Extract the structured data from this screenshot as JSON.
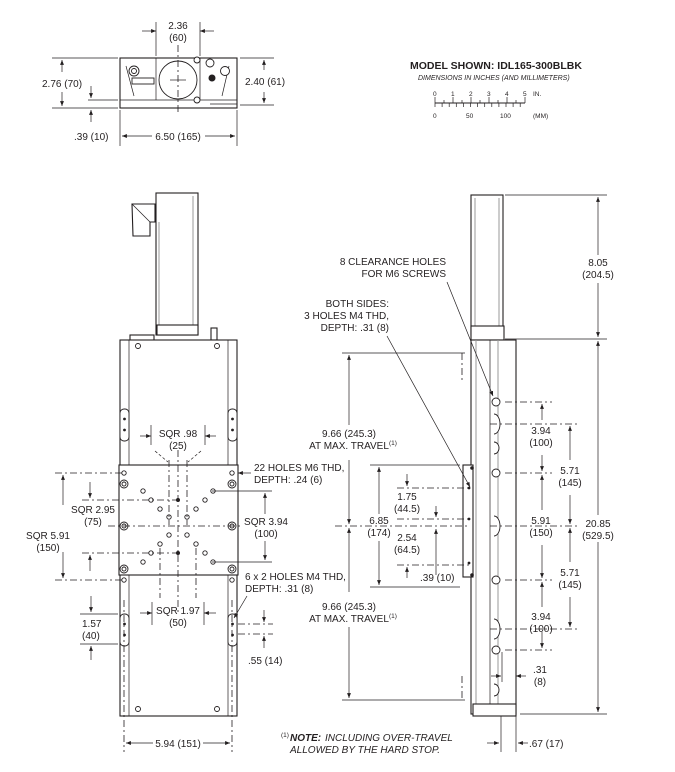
{
  "header": {
    "model_shown": "MODEL SHOWN: IDL165-300BLBK",
    "units_note": "DIMENSIONS IN INCHES (AND MILLIMETERS)"
  },
  "scale_bar": {
    "inch_ticks": [
      "0",
      "1",
      "2",
      "3",
      "4",
      "5"
    ],
    "inch_unit": "IN.",
    "mm_ticks": [
      "0",
      "50",
      "100"
    ],
    "mm_unit": "(MM)"
  },
  "end_view": {
    "width_top": {
      "in": "2.36",
      "mm": "(60)"
    },
    "height_left": "2.76 (70)",
    "height_right": "2.40 (61)",
    "base_offset": ".39 (10)",
    "overall_width": "6.50 (165)"
  },
  "top_view": {
    "sqr_98": {
      "in": "SQR .98",
      "mm": "(25)"
    },
    "sqr_295": {
      "in": "SQR 2.95",
      "mm": "(75)"
    },
    "sqr_591": {
      "in": "SQR 5.91",
      "mm": "(150)"
    },
    "sqr_394": {
      "in": "SQR 3.94",
      "mm": "(100)"
    },
    "sqr_197": {
      "in": "SQR 1.97",
      "mm": "(50)"
    },
    "holes_m6": {
      "line1": "22 HOLES M6 THD,",
      "line2": "DEPTH: .24 (6)"
    },
    "holes_m4": {
      "line1": "6 x 2 HOLES M4 THD,",
      "line2": "DEPTH: .31 (8)"
    },
    "dim_157": {
      "in": "1.57",
      "mm": "(40)"
    },
    "dim_055": ".55 (14)",
    "base_width": "5.94 (151)"
  },
  "side_view": {
    "clearance": {
      "line1": "8 CLEARANCE HOLES",
      "line2": "FOR M6 SCREWS"
    },
    "both_sides": {
      "line1": "BOTH SIDES:",
      "line2": "3 HOLES M4 THD,",
      "line3": "DEPTH: .31 (8)"
    },
    "travel_top": {
      "line1": "9.66 (245.3)",
      "line2": "AT MAX. TRAVEL",
      "sup": "(1)"
    },
    "travel_bottom": {
      "line1": "9.66 (245.3)",
      "line2": "AT MAX. TRAVEL",
      "sup": "(1)"
    },
    "carriage_len": {
      "in": "6.85",
      "mm": "(174)"
    },
    "dim_175": {
      "in": "1.75",
      "mm": "(44.5)"
    },
    "dim_254": {
      "in": "2.54",
      "mm": "(64.5)"
    },
    "dim_039": ".39 (10)",
    "motor_len": {
      "in": "8.05",
      "mm": "(204.5)"
    },
    "total_len": {
      "in": "20.85",
      "mm": "(529.5)"
    },
    "pitch_394_top": {
      "in": "3.94",
      "mm": "(100)"
    },
    "pitch_571_top": {
      "in": "5.71",
      "mm": "(145)"
    },
    "pitch_591": {
      "in": "5.91",
      "mm": "(150)"
    },
    "pitch_571_bottom": {
      "in": "5.71",
      "mm": "(145)"
    },
    "pitch_394_bottom": {
      "in": "3.94",
      "mm": "(100)"
    },
    "dim_031": {
      "in": ".31",
      "mm": "(8)"
    },
    "dim_067": ".67 (17)"
  },
  "footnote": {
    "marker": "(1)",
    "bold": "NOTE:",
    "line1": "INCLUDING OVER-TRAVEL",
    "line2": "ALLOWED BY THE HARD STOP."
  }
}
